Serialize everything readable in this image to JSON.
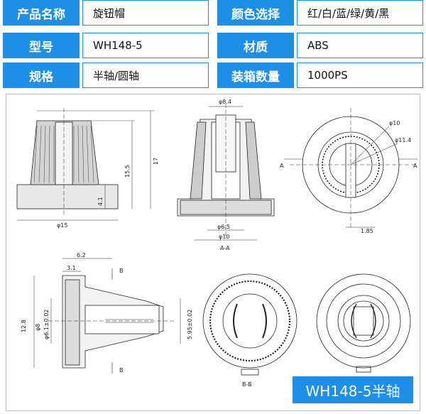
{
  "specs": [
    {
      "label": "产品名称",
      "value": "旋钮帽"
    },
    {
      "label": "颜色选择",
      "value": "红/白/蓝/绿/黄/黑"
    },
    {
      "label": "型号",
      "value": "WH148-5"
    },
    {
      "label": "材质",
      "value": "ABS"
    },
    {
      "label": "规格",
      "value": "半轴/圆轴"
    },
    {
      "label": "装箱数量",
      "value": "1000PS"
    }
  ],
  "dims": {
    "d15": "φ15",
    "h15_5": "15.5",
    "h17": "17",
    "h4_1": "4.1",
    "d8_4": "φ8.4",
    "d6_5": "φ6.5",
    "d10": "φ10",
    "sec_aa": "A-A",
    "r10": "φ10",
    "r11_4": "φ11.4",
    "a": "A",
    "w1_85": "1.85",
    "l6_2": "6.2",
    "l3_1": "3.1",
    "b": "B",
    "d12_8": "12.8",
    "d8": "φ8",
    "d6_1": "φ6.1±0.02",
    "d5_95": "5.95±0.02",
    "sec_bb": "B-B"
  },
  "model_badge": "WH148-5半轴",
  "colors": {
    "accent": "#1e8fe6"
  }
}
